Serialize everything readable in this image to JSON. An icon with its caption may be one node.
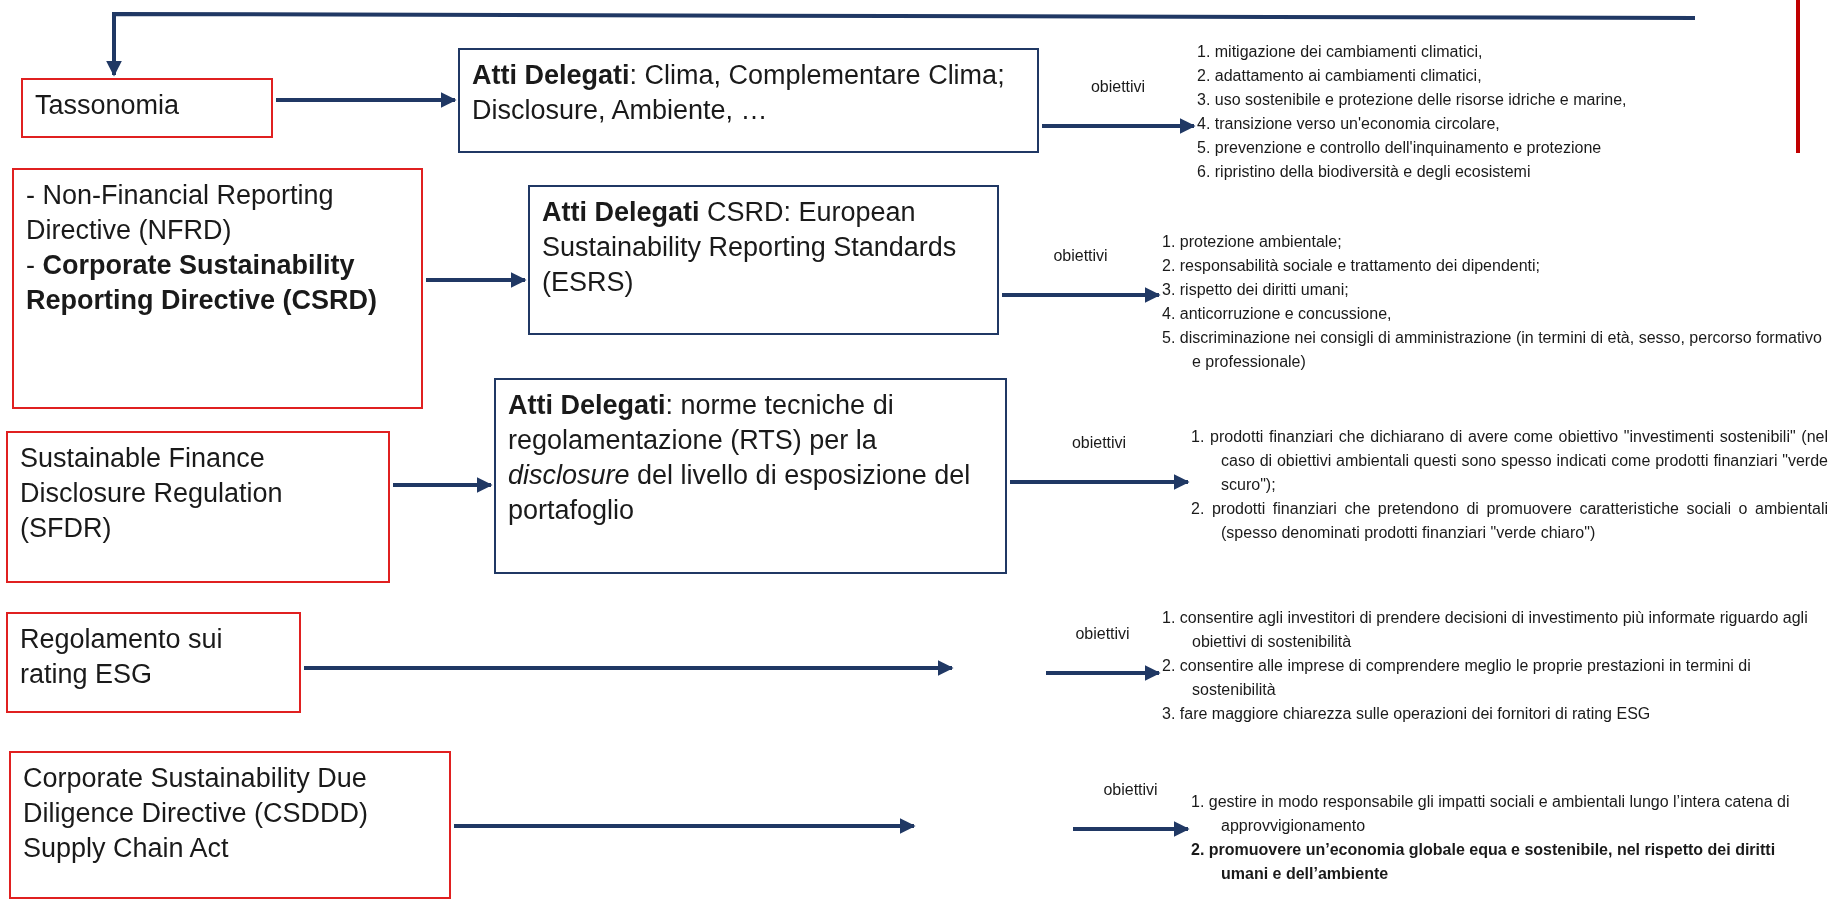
{
  "diagram": {
    "nodes": [
      {
        "text": [
          "Tassonomia"
        ]
      },
      {
        "text": [
          "**Atti Delegati**: Clima, Complementare Clima; Disclosure, Ambiente, …"
        ]
      },
      {
        "text": [
          "1. mitigazione dei cambiamenti climatici,",
          "2. adattamento ai cambiamenti climatici,",
          "3. uso sostenibile e protezione delle risorse idriche e marine,",
          "4. transizione verso un'economia circolare,",
          "5. prevenzione e controllo dell'inquinamento e protezione",
          "6. ripristino della biodiversità e degli ecosistemi"
        ]
      },
      {
        "text": [
          "- Non-Financial Reporting Directive (NFRD)",
          "- **Corporate Sustainability Reporting Directive (CSRD)**"
        ]
      },
      {
        "text": [
          "**Atti Delegati** CSRD: European Sustainability Reporting Standards (ESRS)"
        ]
      },
      {
        "text": [
          "1. protezione ambientale;",
          "2. responsabilità sociale e trattamento dei dipendenti;",
          "3. rispetto dei diritti umani;",
          "4. anticorruzione e concussione,",
          "5. discriminazione nei consigli di amministrazione (in termini di età, sesso, percorso formativo e professionale)"
        ]
      },
      {
        "text": [
          "Sustainable Finance Disclosure Regulation (SFDR)"
        ]
      },
      {
        "text": [
          "**Atti Delegati**: norme tecniche di regolamentazione (RTS) per la *disclosure* del livello di esposizione del portafoglio"
        ]
      },
      {
        "text": [
          "1. prodotti finanziari che dichiarano di avere come obiettivo \"investimenti sostenibili\" (nel caso di obiettivi ambientali questi sono spesso indicati come prodotti finanziari \"verde scuro\");",
          "2. prodotti finanziari che pretendono di promuovere caratteristiche sociali o ambientali (spesso denominati prodotti finanziari \"verde chiaro\")"
        ]
      },
      {
        "text": [
          "Regolamento sui rating ESG"
        ]
      },
      {
        "text": [
          "1. consentire agli investitori di prendere decisioni di investimento più informate riguardo agli obiettivi di sostenibilità",
          "2. consentire alle imprese di comprendere meglio le proprie prestazioni in termini di sostenibilità",
          "3. fare maggiore chiarezza sulle operazioni dei fornitori di rating ESG"
        ]
      },
      {
        "text": [
          "Corporate Sustainability Due Diligence Directive (CSDDD) Supply Chain Act"
        ]
      },
      {
        "text": [
          "1. gestire in modo responsabile gli impatti sociali e ambientali lungo l’intera catena di approvvigionamento",
          "2. promuovere un’economia globale equa e sostenibile, nel rispetto dei diritti umani e dell’ambiente"
        ]
      }
    ],
    "edges": [
      {
        "from": null,
        "to": 0,
        "arrow": "to"
      },
      {
        "from": 0,
        "to": 1,
        "arrow": "to"
      },
      {
        "from": 1,
        "to": 2,
        "label": "obiettivi",
        "arrow": "to"
      },
      {
        "from": 3,
        "to": 4,
        "arrow": "to"
      },
      {
        "from": 4,
        "to": 5,
        "label": "obiettivi",
        "arrow": "to"
      },
      {
        "from": 6,
        "to": 7,
        "arrow": "to"
      },
      {
        "from": 7,
        "to": 8,
        "label": "obiettivi",
        "arrow": "to"
      },
      {
        "from": 9,
        "to": null,
        "arrow": "to"
      },
      {
        "from": null,
        "to": 10,
        "label": "obiettivi",
        "arrow": "to"
      },
      {
        "from": 11,
        "to": null,
        "arrow": "to"
      },
      {
        "from": null,
        "to": 12,
        "label": "obiettivi",
        "arrow": "to"
      }
    ]
  }
}
